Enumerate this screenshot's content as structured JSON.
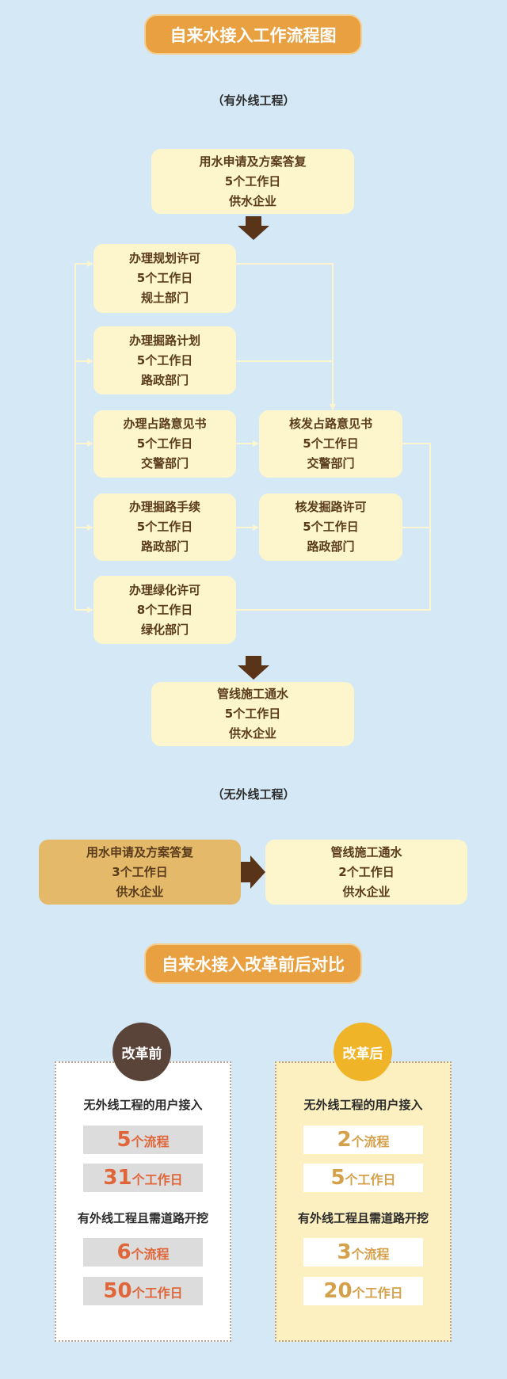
{
  "title": "自来水接入工作流程图",
  "with_external": {
    "label": "（有外线工程）",
    "start": {
      "name": "用水申请及方案答复",
      "days": "5个工作日",
      "dept": "供水企业"
    },
    "left": [
      {
        "name": "办理规划许可",
        "days": "5个工作日",
        "dept": "规土部门"
      },
      {
        "name": "办理掘路计划",
        "days": "5个工作日",
        "dept": "路政部门"
      },
      {
        "name": "办理占路意见书",
        "days": "5个工作日",
        "dept": "交警部门"
      },
      {
        "name": "办理掘路手续",
        "days": "5个工作日",
        "dept": "路政部门"
      },
      {
        "name": "办理绿化许可",
        "days": "8个工作日",
        "dept": "绿化部门"
      }
    ],
    "right": [
      {
        "name": "核发占路意见书",
        "days": "5个工作日",
        "dept": "交警部门"
      },
      {
        "name": "核发掘路许可",
        "days": "5个工作日",
        "dept": "路政部门"
      }
    ],
    "end": {
      "name": "管线施工通水",
      "days": "5个工作日",
      "dept": "供水企业"
    }
  },
  "without_external": {
    "label": "（无外线工程）",
    "start": {
      "name": "用水申请及方案答复",
      "days": "3个工作日",
      "dept": "供水企业"
    },
    "end": {
      "name": "管线施工通水",
      "days": "2个工作日",
      "dept": "供水企业"
    }
  },
  "comparison": {
    "title": "自来水接入改革前后对比",
    "before": {
      "badge": "改革前",
      "heading1": "无外线工程的用户接入",
      "v1": {
        "num": "5",
        "unit": "个流程"
      },
      "v2": {
        "num": "31",
        "unit": "个工作日"
      },
      "heading2": "有外线工程且需道路开挖",
      "v3": {
        "num": "6",
        "unit": "个流程"
      },
      "v4": {
        "num": "50",
        "unit": "个工作日"
      }
    },
    "after": {
      "badge": "改革后",
      "heading1": "无外线工程的用户接入",
      "v1": {
        "num": "2",
        "unit": "个流程"
      },
      "v2": {
        "num": "5",
        "unit": "个工作日"
      },
      "heading2": "有外线工程且需道路开挖",
      "v3": {
        "num": "3",
        "unit": "个流程"
      },
      "v4": {
        "num": "20",
        "unit": "个工作日"
      }
    }
  },
  "colors": {
    "background": "#d4e8f6",
    "accent": "#e8a040",
    "box": "#fdf5cc",
    "arrow": "#5a3418",
    "before_badge": "#5a4338",
    "after_badge": "#f0b429"
  }
}
